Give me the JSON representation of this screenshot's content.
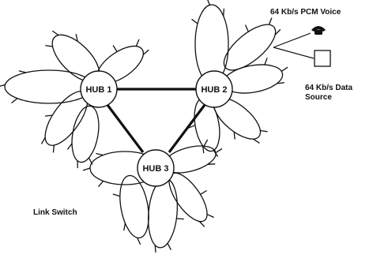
{
  "hubs": [
    {
      "id": "hub1",
      "label": "HUB 1"
    },
    {
      "id": "hub2",
      "label": "HUB 2"
    },
    {
      "id": "hub3",
      "label": "HUB 3"
    }
  ],
  "labels": {
    "voice": "64 Kb/s PCM Voice",
    "data_line1": "64 Kb/s Data",
    "data_line2": "Source",
    "link_switch": "Link Switch"
  },
  "colors": {
    "ink": "#111111",
    "background": "#ffffff"
  },
  "icons": {
    "voice": "telephone-icon",
    "data": "data-source-box-icon"
  }
}
